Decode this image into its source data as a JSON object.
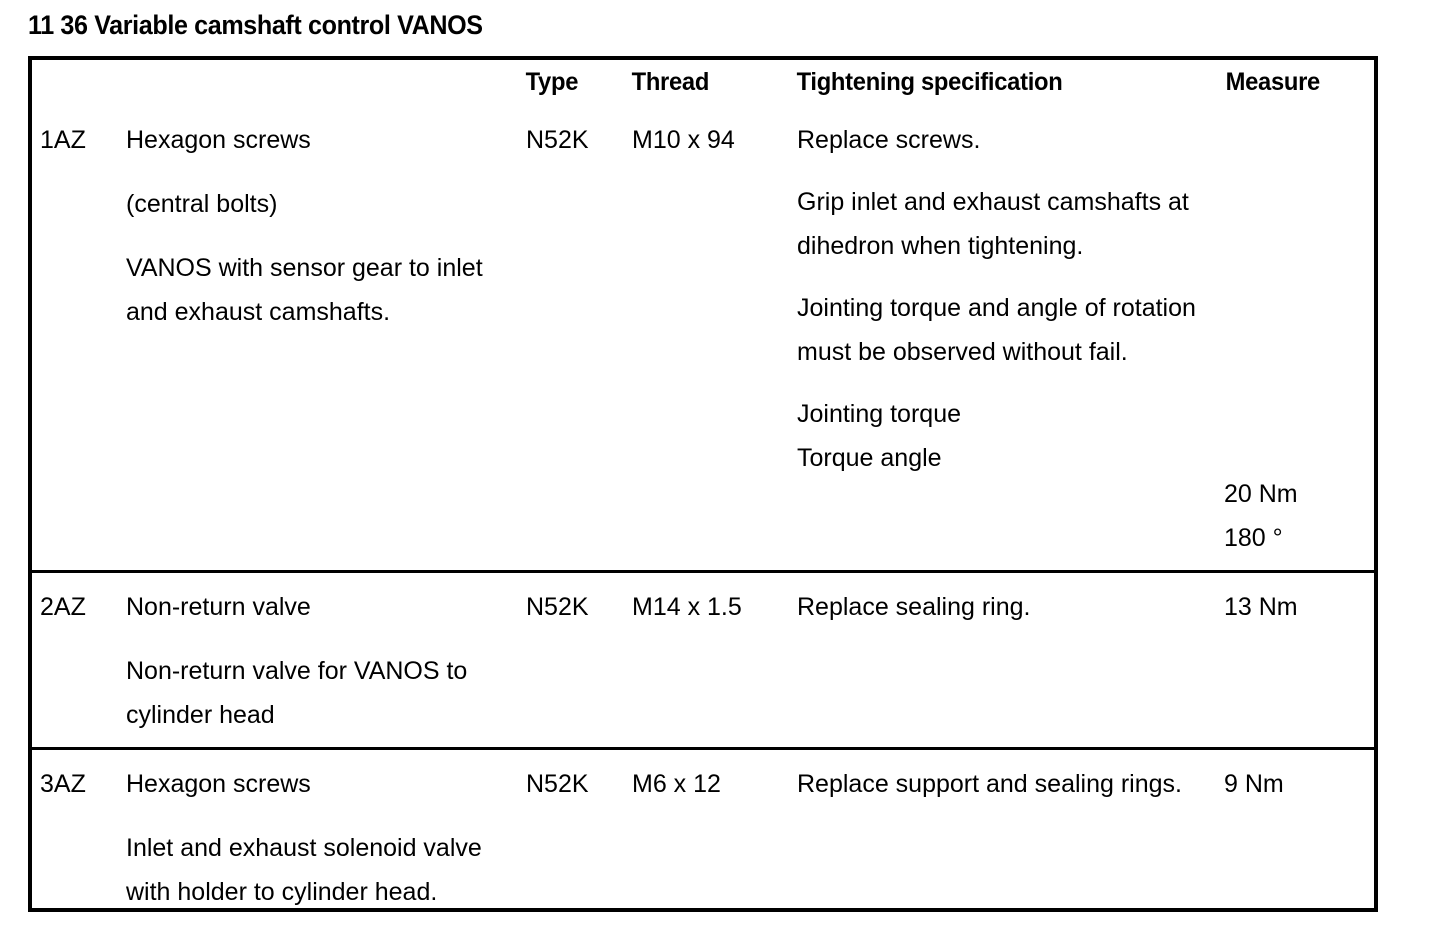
{
  "document": {
    "title": "11 36 Variable camshaft control VANOS"
  },
  "table": {
    "headers": {
      "item": "",
      "type": "Type",
      "thread": "Thread",
      "tightening_specification": "Tightening specification",
      "measure": "Measure"
    },
    "rows": [
      {
        "id": "1AZ",
        "description_lines": [
          "Hexagon screws",
          "(central bolts)",
          "VANOS with sensor gear to inlet and exhaust camshafts."
        ],
        "type": "N52K",
        "thread": "M10 x 94",
        "tightening_specification_lines": [
          "Replace screws.",
          "Grip inlet and exhaust camshafts at dihedron when tightening.",
          "Jointing torque and angle of rotation must be observed without fail.",
          "Jointing torque",
          "Torque angle"
        ],
        "measure_values": [
          "20 Nm",
          "180 °"
        ]
      },
      {
        "id": "2AZ",
        "description_lines": [
          "Non-return valve",
          "Non-return valve for VANOS to cylinder head"
        ],
        "type": "N52K",
        "thread": "M14 x 1.5",
        "tightening_specification_lines": [
          "Replace sealing ring."
        ],
        "measure_values": [
          "13 Nm"
        ]
      },
      {
        "id": "3AZ",
        "description_lines": [
          "Hexagon screws",
          "Inlet and exhaust solenoid valve with holder to cylinder head."
        ],
        "type": "N52K",
        "thread": "M6 x 12",
        "tightening_specification_lines": [
          "Replace support and sealing rings."
        ],
        "measure_values": [
          "9 Nm"
        ]
      }
    ]
  },
  "colors": {
    "ink": "#000000",
    "paper": "#ffffff"
  }
}
